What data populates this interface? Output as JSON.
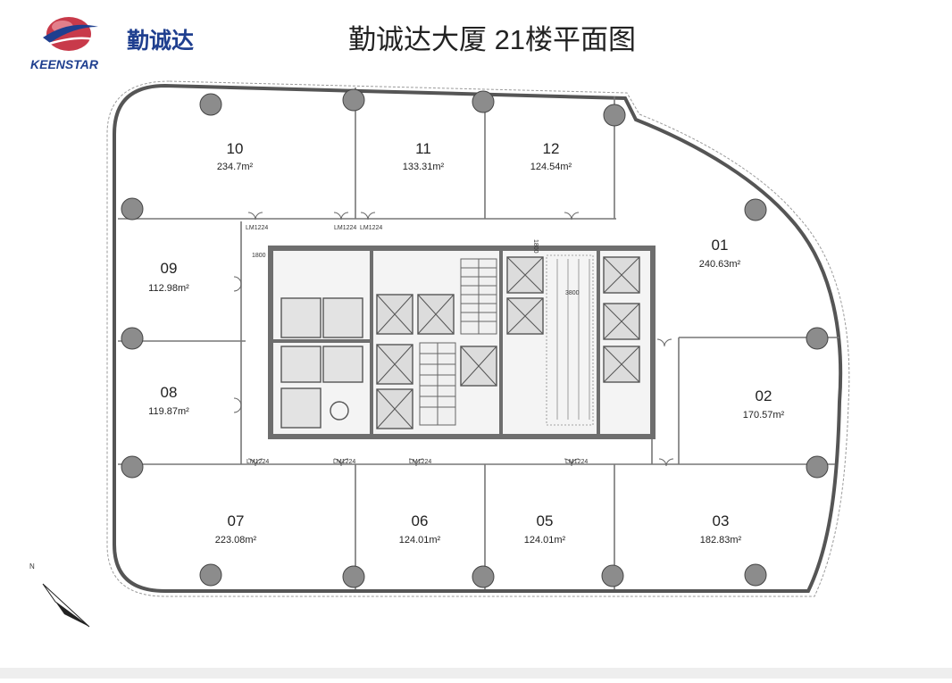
{
  "header": {
    "logo_latin": "KEENSTAR",
    "logo_chinese": "勤诚达",
    "title": "勤诚达大厦 21楼平面图"
  },
  "compass": {
    "label": "N"
  },
  "colors": {
    "logo_red": "#b0243a",
    "logo_blue": "#1f3f8f",
    "wall": "#555555",
    "core": "#6e6e6e",
    "text": "#222222"
  },
  "units": [
    {
      "number": "10",
      "area": "234.7m²"
    },
    {
      "number": "11",
      "area": "133.31m²"
    },
    {
      "number": "12",
      "area": "124.54m²"
    },
    {
      "number": "01",
      "area": "240.63m²"
    },
    {
      "number": "09",
      "area": "112.98m²"
    },
    {
      "number": "08",
      "area": "119.87m²"
    },
    {
      "number": "02",
      "area": "170.57m²"
    },
    {
      "number": "07",
      "area": "223.08m²"
    },
    {
      "number": "06",
      "area": "124.01m²"
    },
    {
      "number": "05",
      "area": "124.01m²"
    },
    {
      "number": "03",
      "area": "182.83m²"
    }
  ],
  "door_codes": [
    {
      "text": "LM1224"
    },
    {
      "text": "LM1224"
    },
    {
      "text": "LM1224"
    },
    {
      "text": "LM1224"
    },
    {
      "text": "LM1224"
    },
    {
      "text": "LM1224"
    },
    {
      "text": "LM1224"
    }
  ],
  "core_dims": [
    {
      "text": "1800"
    },
    {
      "text": "1800"
    },
    {
      "text": "3800"
    }
  ]
}
